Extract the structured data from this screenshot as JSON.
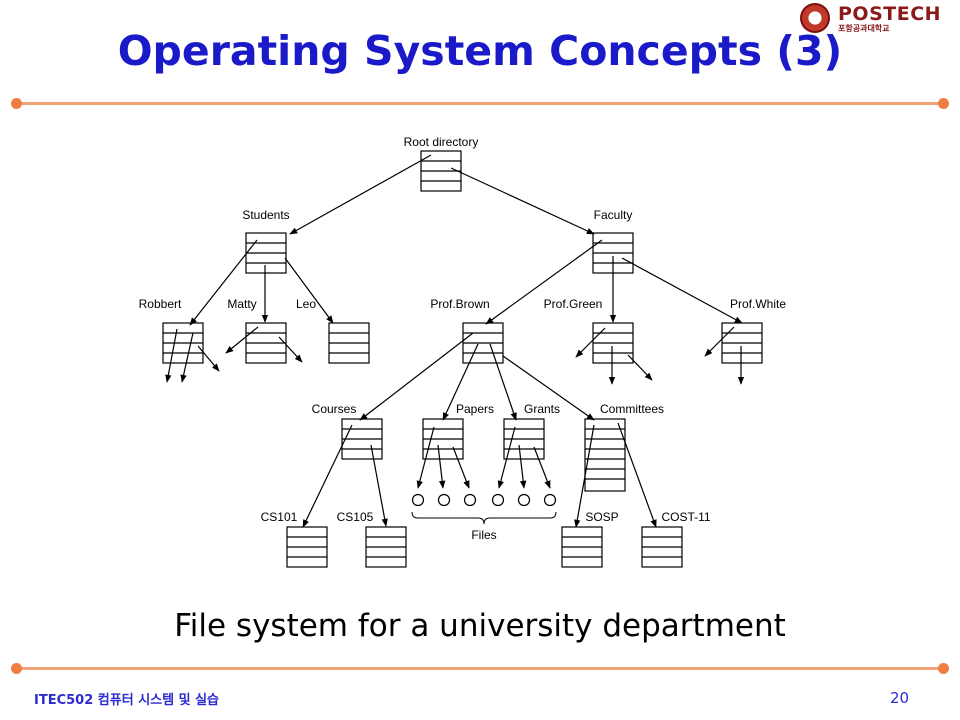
{
  "slide": {
    "title": "Operating System Concepts (3)",
    "caption": "File system for a university department",
    "footer_course": "ITEC502 컴퓨터 시스템 및 실습",
    "page_number": "20",
    "logo_text": "POSTECH",
    "logo_subtext": "포항공과대학교"
  },
  "diagram": {
    "root": "Root directory",
    "students": "Students",
    "faculty": "Faculty",
    "robbert": "Robbert",
    "matty": "Matty",
    "leo": "Leo",
    "prof_brown": "Prof.Brown",
    "prof_green": "Prof.Green",
    "prof_white": "Prof.White",
    "courses": "Courses",
    "papers": "Papers",
    "grants": "Grants",
    "committees": "Committees",
    "cs101": "CS101",
    "cs105": "CS105",
    "sosp": "SOSP",
    "cost11": "COST-11",
    "files": "Files"
  },
  "colors": {
    "title": "#1a1ac8",
    "rule": "#f0a476",
    "rule_dot": "#ef7d44",
    "footer": "#2b2bd0",
    "logo": "#8b1a1a"
  }
}
